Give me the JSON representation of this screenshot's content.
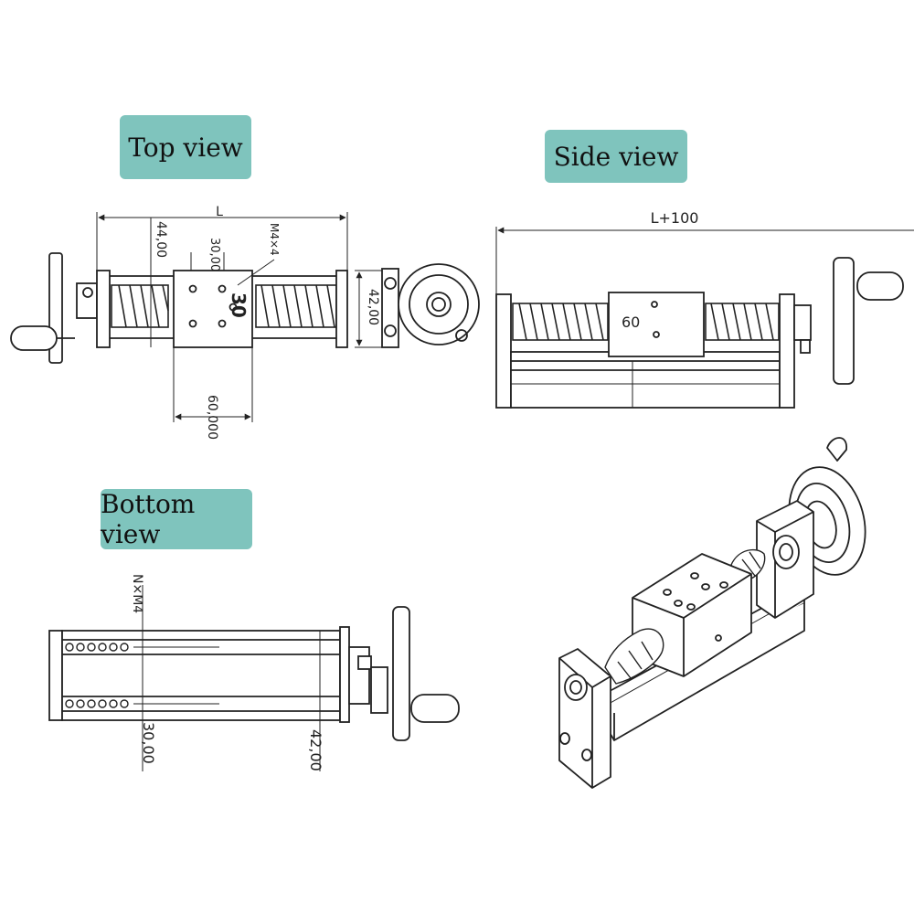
{
  "views": {
    "top": "Top view",
    "side": "Side view",
    "bottom": "Bottom view"
  },
  "top_view": {
    "length": "L",
    "left_offset": "44,00",
    "hole_spacing_x": "30,00",
    "thread": "M4×4",
    "hole_spacing_y": "30",
    "width": "42,00",
    "carriage_length": "60,000"
  },
  "side_view": {
    "total_length": "L+100",
    "carriage_height": "60"
  },
  "bottom_view": {
    "thread": "N×M4",
    "hole_pitch": "30,00",
    "width": "42,00"
  },
  "colors": {
    "label_bg": "#7fc4bd",
    "line": "#222222"
  }
}
